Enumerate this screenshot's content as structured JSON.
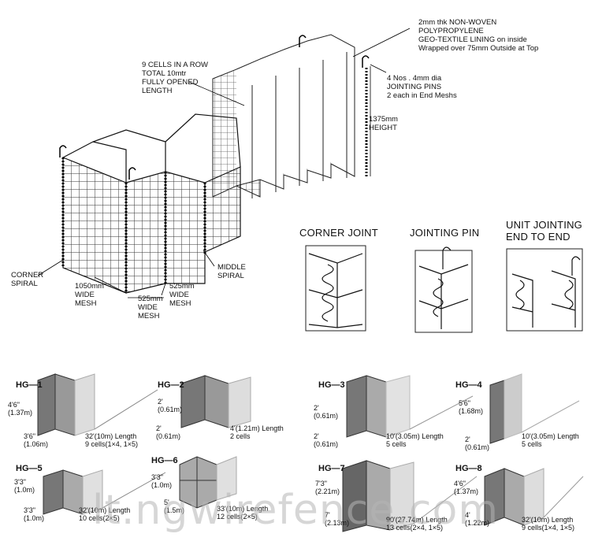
{
  "annotations": {
    "cells_in_row": "9 CELLS IN A ROW\nTOTAL 10mtr\nFULLY OPENED\nLENGTH",
    "geotextile": "2mm thk NON-WOVEN\nPOLYPROPYLENE\nGEO-TEXTILE LINING on inside\nWrapped over 75mm Outside at Top",
    "jointing_pins": "4 Nos . 4mm dia\nJOINTING PINS\n2 each in End Meshs",
    "height": "1375mm\nHEIGHT",
    "corner_spiral": "CORNER\nSPIRAL",
    "mesh_1050": "1050mm\nWIDE\nMESH",
    "mesh_525a": "525mm\nWIDE\nMESH",
    "mesh_525b": "525mm\nWIDE\nMESH",
    "middle_spiral": "MIDDLE\nSPIRAL"
  },
  "details": [
    {
      "title": "CORNER JOINT"
    },
    {
      "title": "JOINTING PIN"
    },
    {
      "title": "UNIT JOINTING\nEND TO END"
    }
  ],
  "models": [
    {
      "name": "HG—1",
      "height": "4'6\"\n(1.37m)",
      "width": "3'6\"\n(1.06m)",
      "length": "32'(10m) Length\n9 cells(1×4, 1×5)"
    },
    {
      "name": "HG—2",
      "height": "2'\n(0.61m)",
      "width": "2'\n(0.61m)",
      "length": "4'(1.21m) Length\n2 cells"
    },
    {
      "name": "HG—3",
      "height": "2'\n(0.61m)",
      "width": "2'\n(0.61m)",
      "length": "10'(3.05m) Length\n5 cells"
    },
    {
      "name": "HG—4",
      "height": "5'6\"\n(1.68m)",
      "width": "2'\n(0.61m)",
      "length": "10'(3.05m) Length\n5 cells"
    },
    {
      "name": "HG—5",
      "height": "3'3\"\n(1.0m)",
      "width": "3'3\"\n(1.0m)",
      "length": "32'(10m) Length\n10 cells(2×5)"
    },
    {
      "name": "HG—6",
      "height": "3'3\"\n(1.0m)",
      "width": "5'\n(1.5m)",
      "length": "33'(10m) Length\n12 cells(2×5)"
    },
    {
      "name": "HG—7",
      "height": "7'3\"\n(2.21m)",
      "width": "7'\n(2.13m)",
      "length": "90'(27.74m) Length\n13 cells(2×4, 1×5)"
    },
    {
      "name": "HG—8",
      "height": "4'6\"\n(1.37m)",
      "width": "4'\n(1.22m)",
      "length": "32'(10m) Length\n9 cells(1×4, 1×5)"
    }
  ],
  "watermark": "lt.ngwirefence.com"
}
